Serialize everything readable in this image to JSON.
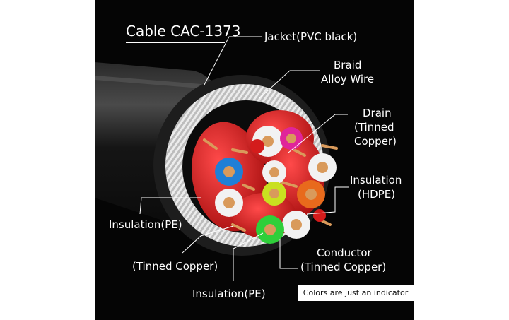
{
  "title": "Cable CAC-1373",
  "labels": {
    "jacket": "Jacket(PVC black)",
    "braid_1": "Braid",
    "braid_2": "Alloy Wire",
    "drain_1": "Drain",
    "drain_2": "(Tinned",
    "drain_3": "Copper)",
    "insulation_hdpe_1": "Insulation",
    "insulation_hdpe_2": "(HDPE)",
    "insulation_pe_left": "Insulation(PE)",
    "tinned_copper_left": "(Tinned Copper)",
    "conductor_1": "Conductor",
    "conductor_2": "(Tinned Copper)",
    "insulation_pe_bottom": "Insulation(PE)"
  },
  "note": "Colors are just an indicator",
  "colors": {
    "background": "#050505",
    "jacket": "#1a1a1a",
    "braid": "#d9d9d9",
    "pair_wrap": "#d41c1c",
    "copper": "#d99a5b",
    "wire_blue": "#1f7fd6",
    "wire_pink": "#e0259a",
    "wire_yellow": "#c9e020",
    "wire_orange": "#e86a1c",
    "wire_green": "#2fcf3a",
    "wire_white": "#f2f2f2",
    "wire_red": "#d41c1c"
  }
}
